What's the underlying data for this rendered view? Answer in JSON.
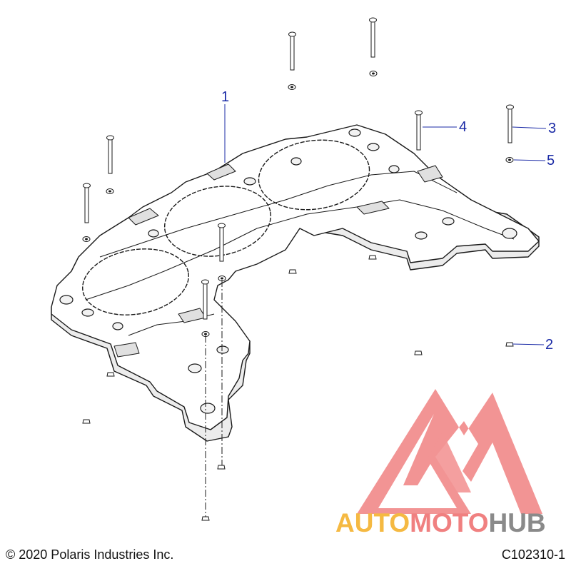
{
  "callouts": {
    "c1": "1",
    "c2": "2",
    "c3": "3",
    "c4": "4",
    "c5": "5"
  },
  "footer": {
    "copyright": "© 2020 Polaris Industries Inc.",
    "figure_id": "C102310-1"
  },
  "watermark": {
    "part1": "AUTO",
    "part2": "MOTO",
    "part3": "HUB",
    "colors": {
      "auto": "#f5b942",
      "moto": "#f08080",
      "hub": "#8a8a8a",
      "triangle": "#f07a7a"
    }
  },
  "colors": {
    "line": "#1a1a1a",
    "callout": "#1a2aa6",
    "shade": "#e6e6e6"
  }
}
